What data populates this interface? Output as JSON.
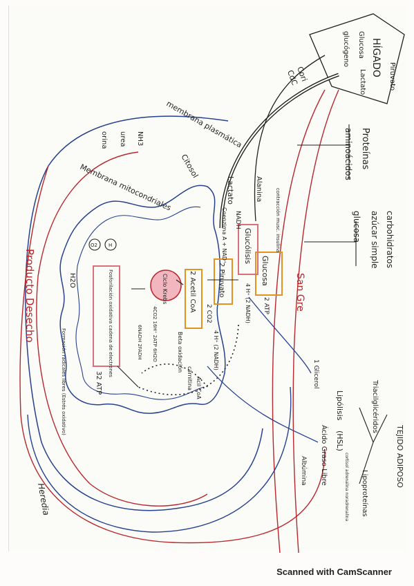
{
  "colors": {
    "ink": "#1f1f1f",
    "blue": "#25408f",
    "red": "#b8262c",
    "orange": "#e49220",
    "pink": "#d9707a"
  },
  "labels": {
    "higado": "HÍGADO",
    "piruvato_h": "Piruvato",
    "glucosa_h": "Glucosa",
    "glucogeno": "glucógeno",
    "lactato_h": "Lactato",
    "cori": "Cori",
    "cdc": "CdC",
    "membrana_plasmatica": "membrana plasmática",
    "citosol": "Citosol",
    "membrana_mitocondriales": "Membrana mitocondriales",
    "urea": "urea",
    "orina": "orina",
    "nh3": "NH3",
    "proteinas": "Proteínas",
    "aminoacidos": "aminoácidos",
    "carbohidratos": "carbohidratos",
    "azucar_simple": "azúcar simple",
    "glucosa_c": "glucosa",
    "sangre": "San Gre",
    "producto_desecho": "Producto Desecho",
    "lactato": "Lactato",
    "alanina": "Alanina",
    "glucosa_box": "Glucosa",
    "glucolisis": "Glucólisis",
    "nadh": "NADH",
    "coenzima": "Coenzima A + NAD⁺",
    "contraccion": "contracción musc. insulina",
    "atp2": "2 ATP",
    "h4_nadh": "4 H⁺ (2 NADH)",
    "piruvato2": "2 Piruvato",
    "acetil": "2 Acetil CoA",
    "co2": "2 CO2",
    "h4_nadh2": "4 H⁺ (2 NADH)",
    "ciclo_krebs": "Ciclo Krebs",
    "krebs_out": "4CO2 16H⁺ 2ATP 6H2O",
    "fosforilacion": "Fosforilación oxidativa cadena de electrones",
    "nadh_fadh": "6NADH 2FADH",
    "atp32": "32 ATP",
    "h2o": "H2O",
    "o2": "O2",
    "h_plus": "H",
    "radicales": "Formación radicales libres (Estrés oxidativo)",
    "beta_oxidacion": "Beta oxidación",
    "carnitina": "carnitina",
    "acil": "Acil CoA",
    "tejido_adiposo": "TEJIDO ADIPOSO",
    "trigliceridos": "Triacilglicéridos",
    "lipoproteinas": "Lipoproteínas",
    "lipolisis": "Lipólisis",
    "hsl": "(HSL)",
    "cortisol": "cortisol adrenalina noradrenalina",
    "acido_graso": "Ácido Graso Libre",
    "glicerol": "1 Glicerol",
    "albumina": "Albúmina",
    "firma": "Heredia"
  },
  "footer": "Scanned with CamScanner"
}
